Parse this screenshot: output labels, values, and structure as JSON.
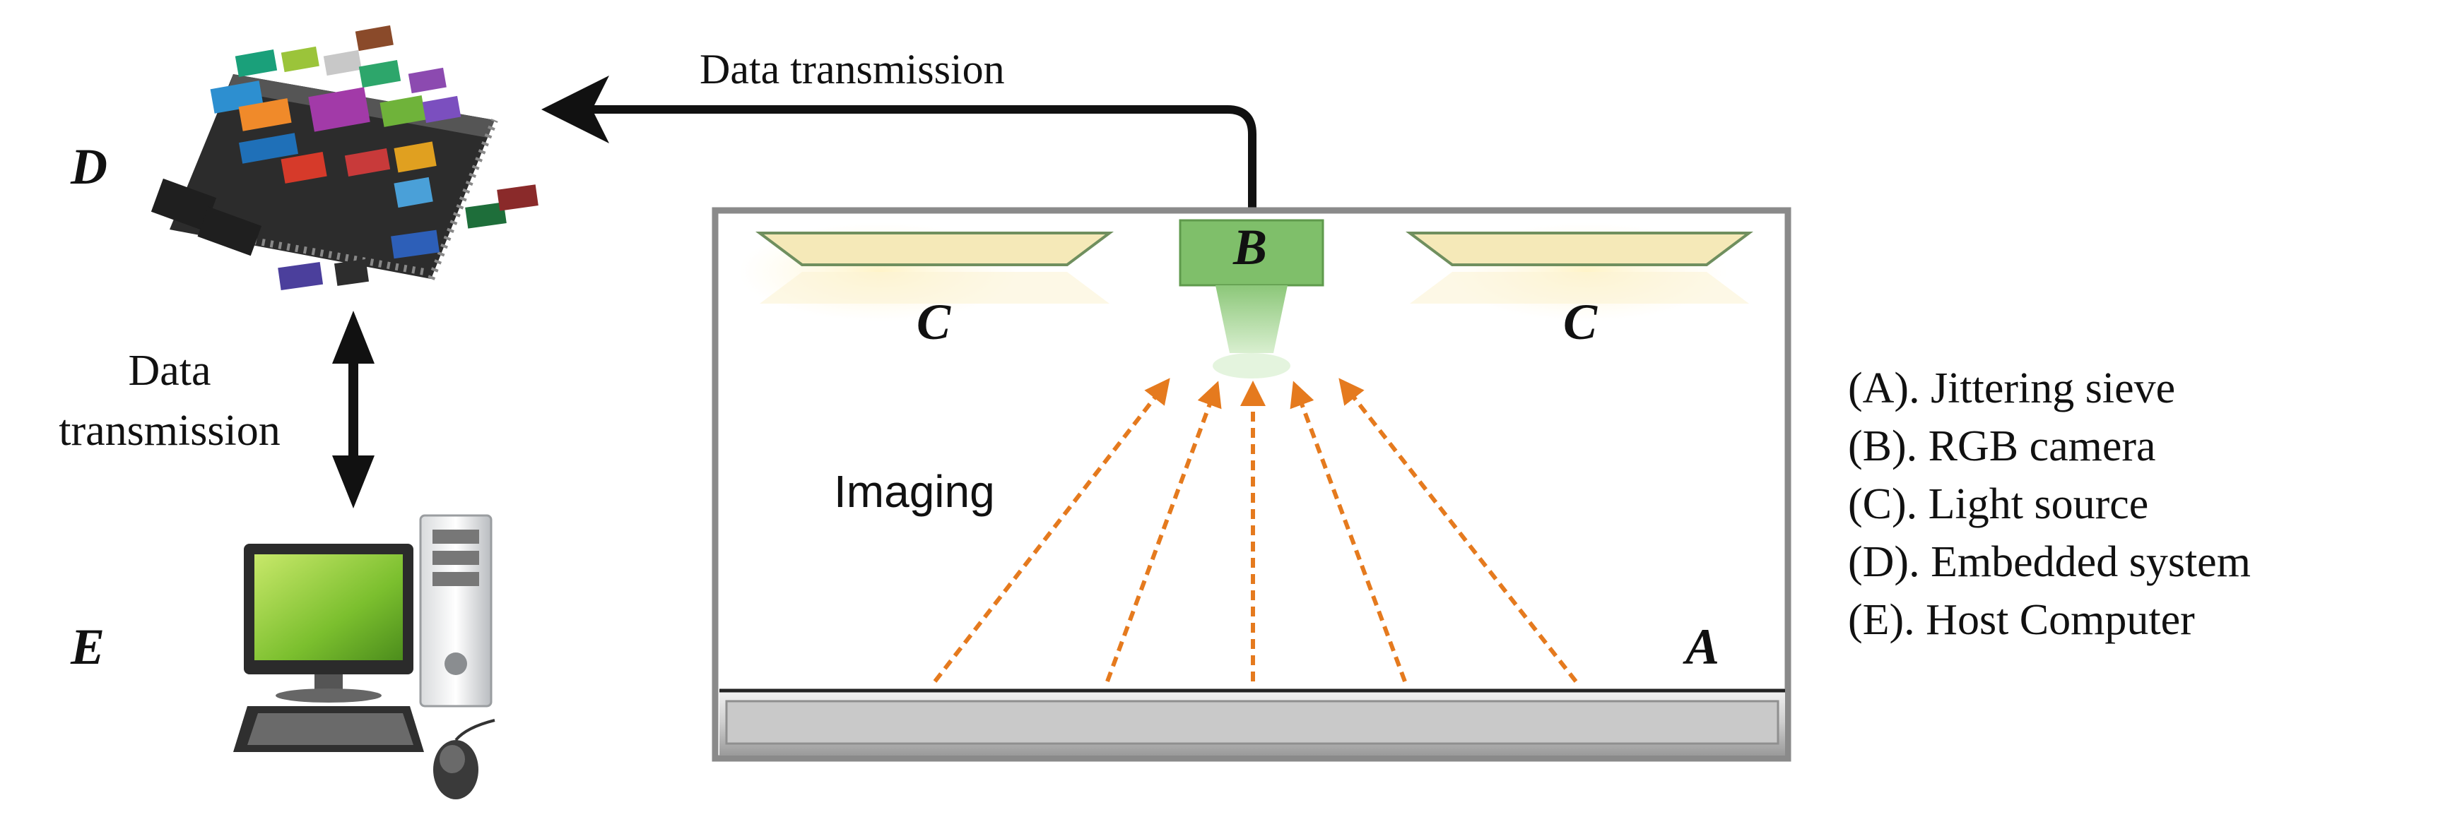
{
  "labels": {
    "data_transmission_top": "Data transmission",
    "data_transmission_left_line1": "Data",
    "data_transmission_left_line2": "transmission",
    "imaging": "Imaging",
    "component_a": "A",
    "component_b": "B",
    "component_c_left": "C",
    "component_c_right": "C",
    "component_d": "D",
    "component_e": "E"
  },
  "legend": [
    "(A). Jittering sieve",
    "(B). RGB camera",
    "(C). Light source",
    "(D). Embedded system",
    "(E). Host Computer"
  ],
  "colors": {
    "frame": "#8a8a8a",
    "arrow": "#111111",
    "imaging_arrow": "#e57a1e",
    "camera_body": "#7fbf6a",
    "camera_lens": "#a9d896",
    "light_glow": "#fbeec0",
    "light_panel": "#f5e9b8",
    "sieve": "#d8d8d8",
    "chip": "#2c2c2c"
  },
  "icons": {
    "embedded_system": "circuit-board-icon",
    "host_computer": "desktop-computer-icon"
  }
}
